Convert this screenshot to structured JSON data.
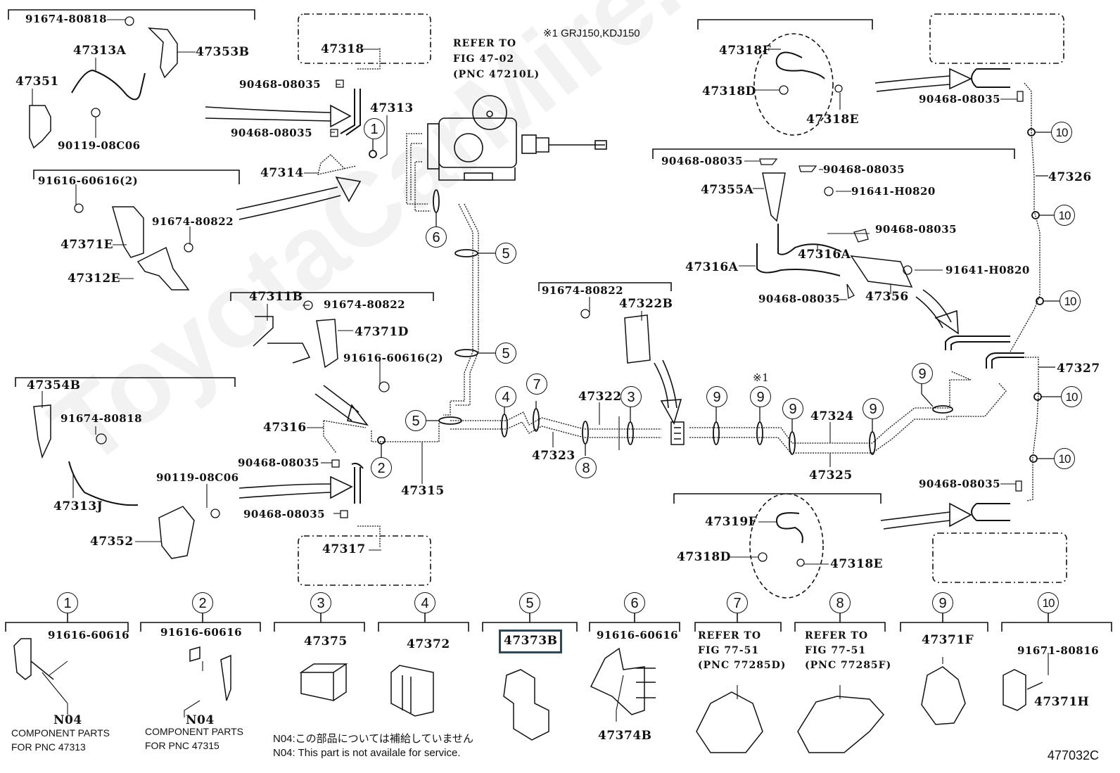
{
  "figure_id": "477032C",
  "watermark": "ToyotaCarMire.ru",
  "model_note": "※1 GRJ150,KDJ150",
  "refer_master": {
    "line1": "REFER TO",
    "line2": "FIG 47-02",
    "line3": "(PNC 47210L)"
  },
  "labels": {
    "p91674_80818_a": "91674-80818",
    "p47313A": "47313A",
    "p47353B": "47353B",
    "p47351": "47351",
    "p90119_08C06_a": "90119-08C06",
    "p91616_60616_2_a": "91616-60616(2)",
    "p91674_80822_a": "91674-80822",
    "p47371E": "47371E",
    "p47312E": "47312E",
    "p47318": "47318",
    "p90468_08035_a": "90468-08035",
    "p90468_08035_b": "90468-08035",
    "p47313": "47313",
    "p47314": "47314",
    "p47311B": "47311B",
    "p91674_80822_b": "91674-80822",
    "p47371D": "47371D",
    "p91616_60616_2_b": "91616-60616(2)",
    "p47354B": "47354B",
    "p91674_80818_b": "91674-80818",
    "p47313J": "47313J",
    "p90119_08C06_b": "90119-08C06",
    "p47352": "47352",
    "p47316": "47316",
    "p90468_08035_c": "90468-08035",
    "p90468_08035_d": "90468-08035",
    "p47315": "47315",
    "p47317": "47317",
    "p91674_80822_c": "91674-80822",
    "p47322B": "47322B",
    "p47322": "47322",
    "p47323": "47323",
    "p47324": "47324",
    "p47325": "47325",
    "p47318F": "47318F",
    "p47318D_a": "47318D",
    "p47318E_a": "47318E",
    "p90468_08035_e": "90468-08035",
    "p47326": "47326",
    "p90468_08035_f": "90468-08035",
    "p90468_08035_g": "90468-08035",
    "p47355A": "47355A",
    "p91641_H0820_a": "91641-H0820",
    "p90468_08035_h": "90468-08035",
    "p47316A_a": "47316A",
    "p47316A_b": "47316A",
    "p91641_H0820_b": "91641-H0820",
    "p90468_08035_i": "90468-08035",
    "p47356": "47356",
    "p47327": "47327",
    "p90468_08035_j": "90468-08035",
    "p47319F": "47319F",
    "p47318D_b": "47318D",
    "p47318E_b": "47318E",
    "mark1": "※1"
  },
  "callouts": {
    "c1": "1",
    "c2": "2",
    "c6": "6",
    "c5a": "5",
    "c5b": "5",
    "c5c": "5",
    "c4": "4",
    "c7": "7",
    "c3": "3",
    "c8": "8",
    "c9a": "9",
    "c9b": "9",
    "c9c": "9",
    "c9d": "9",
    "c9e": "9",
    "c10a": "10",
    "c10b": "10",
    "c10c": "10",
    "c10d": "10",
    "c10e": "10"
  },
  "legend": [
    {
      "num": "1",
      "part": "91616-60616",
      "extra": "N04",
      "desc1": "COMPONENT PARTS",
      "desc2": "FOR PNC 47313"
    },
    {
      "num": "2",
      "part": "91616-60616",
      "extra": "N04",
      "desc1": "COMPONENT PARTS",
      "desc2": "FOR PNC 47315"
    },
    {
      "num": "3",
      "part": "47375"
    },
    {
      "num": "4",
      "part": "47372"
    },
    {
      "num": "5",
      "part": "47373B",
      "highlighted": true
    },
    {
      "num": "6",
      "part": "91616-60616",
      "part2": "47374B"
    },
    {
      "num": "7",
      "ref1": "REFER TO",
      "ref2": "FIG 77-51",
      "ref3": "(PNC 77285D)"
    },
    {
      "num": "8",
      "ref1": "REFER TO",
      "ref2": "FIG 77-51",
      "ref3": "(PNC 77285F)"
    },
    {
      "num": "9",
      "part": "47371F"
    },
    {
      "num": "10",
      "part": "91671-80816",
      "part2": "47371H"
    }
  ],
  "footnote": {
    "jp": "N04:この部品については補給していません",
    "en": "N04: This part is not availale for service."
  },
  "highlight_color": "#2f4654"
}
